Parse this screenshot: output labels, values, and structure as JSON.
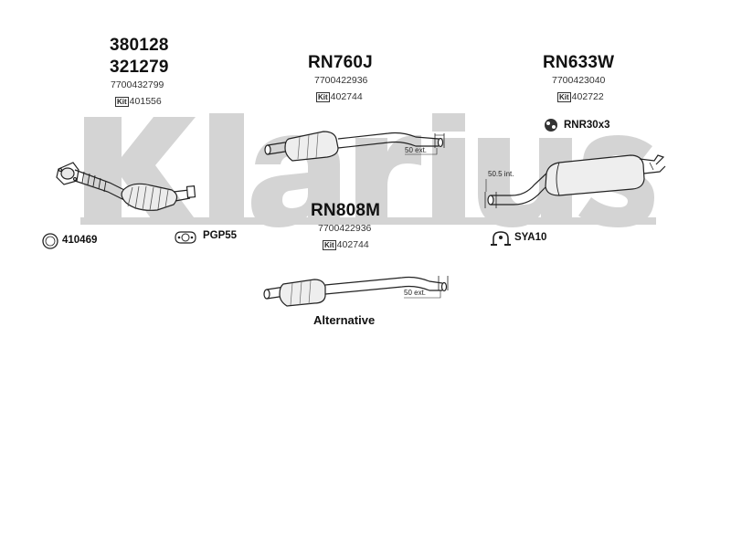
{
  "watermark": {
    "text": "Klarius",
    "color": "#d4d4d4"
  },
  "parts": {
    "front_pipe": {
      "codes": [
        "380128",
        "321279"
      ],
      "oe_number": "7700432799",
      "kit_label": "Kit",
      "kit_number": "401556"
    },
    "centre_silencer": {
      "code": "RN760J",
      "oe_number": "7700422936",
      "kit_label": "Kit",
      "kit_number": "402744",
      "connection": "50 ext."
    },
    "rear_silencer": {
      "code": "RN633W",
      "oe_number": "7700423040",
      "kit_label": "Kit",
      "kit_number": "402722",
      "connection": "50.5 int."
    },
    "alternative_silencer": {
      "code": "RN808M",
      "oe_number": "7700422936",
      "kit_label": "Kit",
      "kit_number": "402744",
      "connection": "50 ext.",
      "caption": "Alternative"
    }
  },
  "accessories": {
    "gasket_ring": {
      "label": "410469",
      "icon": "ring-gasket-icon"
    },
    "flange_gasket": {
      "label": "PGP55",
      "icon": "flange-gasket-icon"
    },
    "rubber_mount": {
      "label": "RNR30x3",
      "icon": "rubber-mount-icon"
    },
    "clamp": {
      "label": "SYA10",
      "icon": "clamp-icon"
    }
  }
}
